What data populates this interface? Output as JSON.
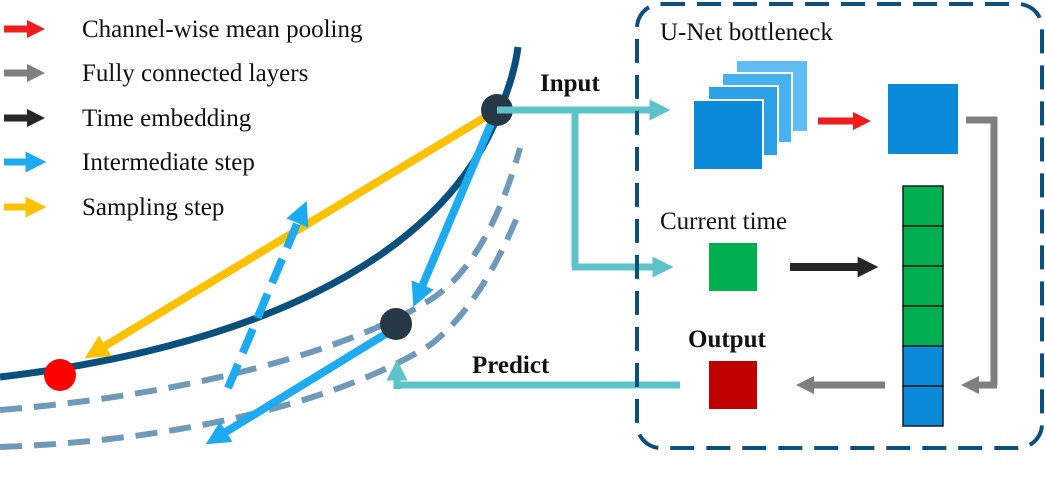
{
  "legend": {
    "items": [
      {
        "label": "Channel-wise mean pooling",
        "color": "#ee1c1c"
      },
      {
        "label": "Fully connected layers",
        "color": "#7f7f7f"
      },
      {
        "label": "Time embedding",
        "color": "#262626"
      },
      {
        "label": "Intermediate step",
        "color": "#1eaaf1"
      },
      {
        "label": "Sampling step",
        "color": "#ffc000"
      }
    ]
  },
  "flow": {
    "input_label": "Input",
    "predict_label": "Predict"
  },
  "network": {
    "title": "U-Net bottleneck",
    "current_time_label": "Current time",
    "output_label": "Output"
  },
  "colors": {
    "manifold": "#0b4f7c",
    "manifold_dashed": "#6f99b8",
    "connector": "#5ec3c8",
    "feature_map": "#0a8ad8",
    "feature_map_light": "#5fbdf3",
    "time_block": "#00b050",
    "output_block": "#c00000",
    "box_border": "#0b4f7c"
  }
}
